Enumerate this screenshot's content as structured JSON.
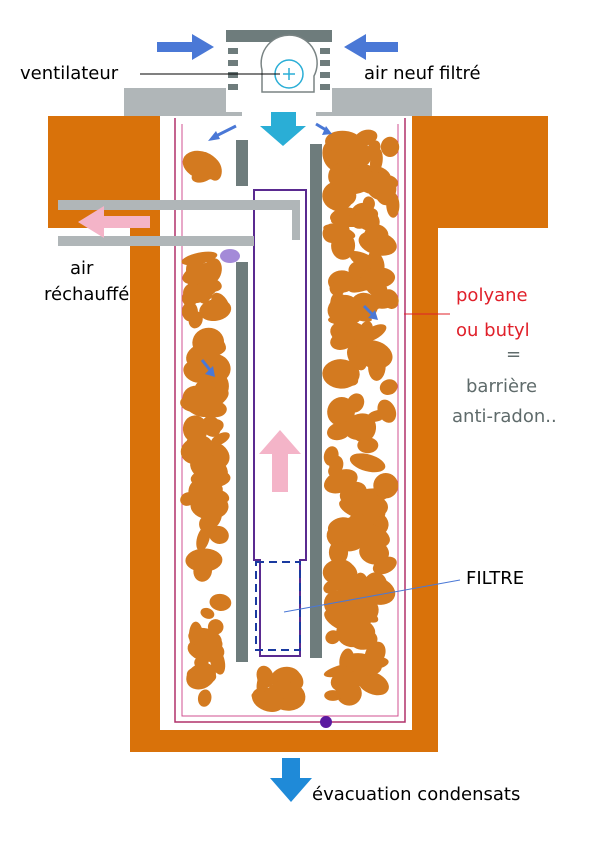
{
  "labels": {
    "fan": "ventilateur",
    "fresh_air": "air neuf filtré",
    "warm_air_line1": "air",
    "warm_air_line2": "réchauffé",
    "membrane_line1": "polyane",
    "membrane_line2": "ou butyl",
    "equals": "=",
    "barrier_line1": "barrière",
    "barrier_line2": "anti-radon..",
    "filter": "FILTRE",
    "drain": "évacuation condensats"
  },
  "colors": {
    "pit": "#d9720a",
    "stone": "#d37a20",
    "cap": "#b0b6b8",
    "pipe": "#6e7c7c",
    "membrane_line": "#b0306a",
    "liner": "#5a2a90",
    "blue_arrow": "#4a78d6",
    "cyan_arrow": "#2aaed6",
    "pink_arrow": "#f4b4c8",
    "drain_arrow": "#1f8ad8",
    "filter_dash": "#1a3aa0",
    "red_text": "#e0202a",
    "grey_text": "#5f6b6b",
    "dot_light": "#a48ad8",
    "dot_dark": "#5a1aa0"
  },
  "icons": {
    "fan": "fan-icon",
    "inflow": "arrow-right-icon",
    "drain": "arrow-down-icon"
  }
}
